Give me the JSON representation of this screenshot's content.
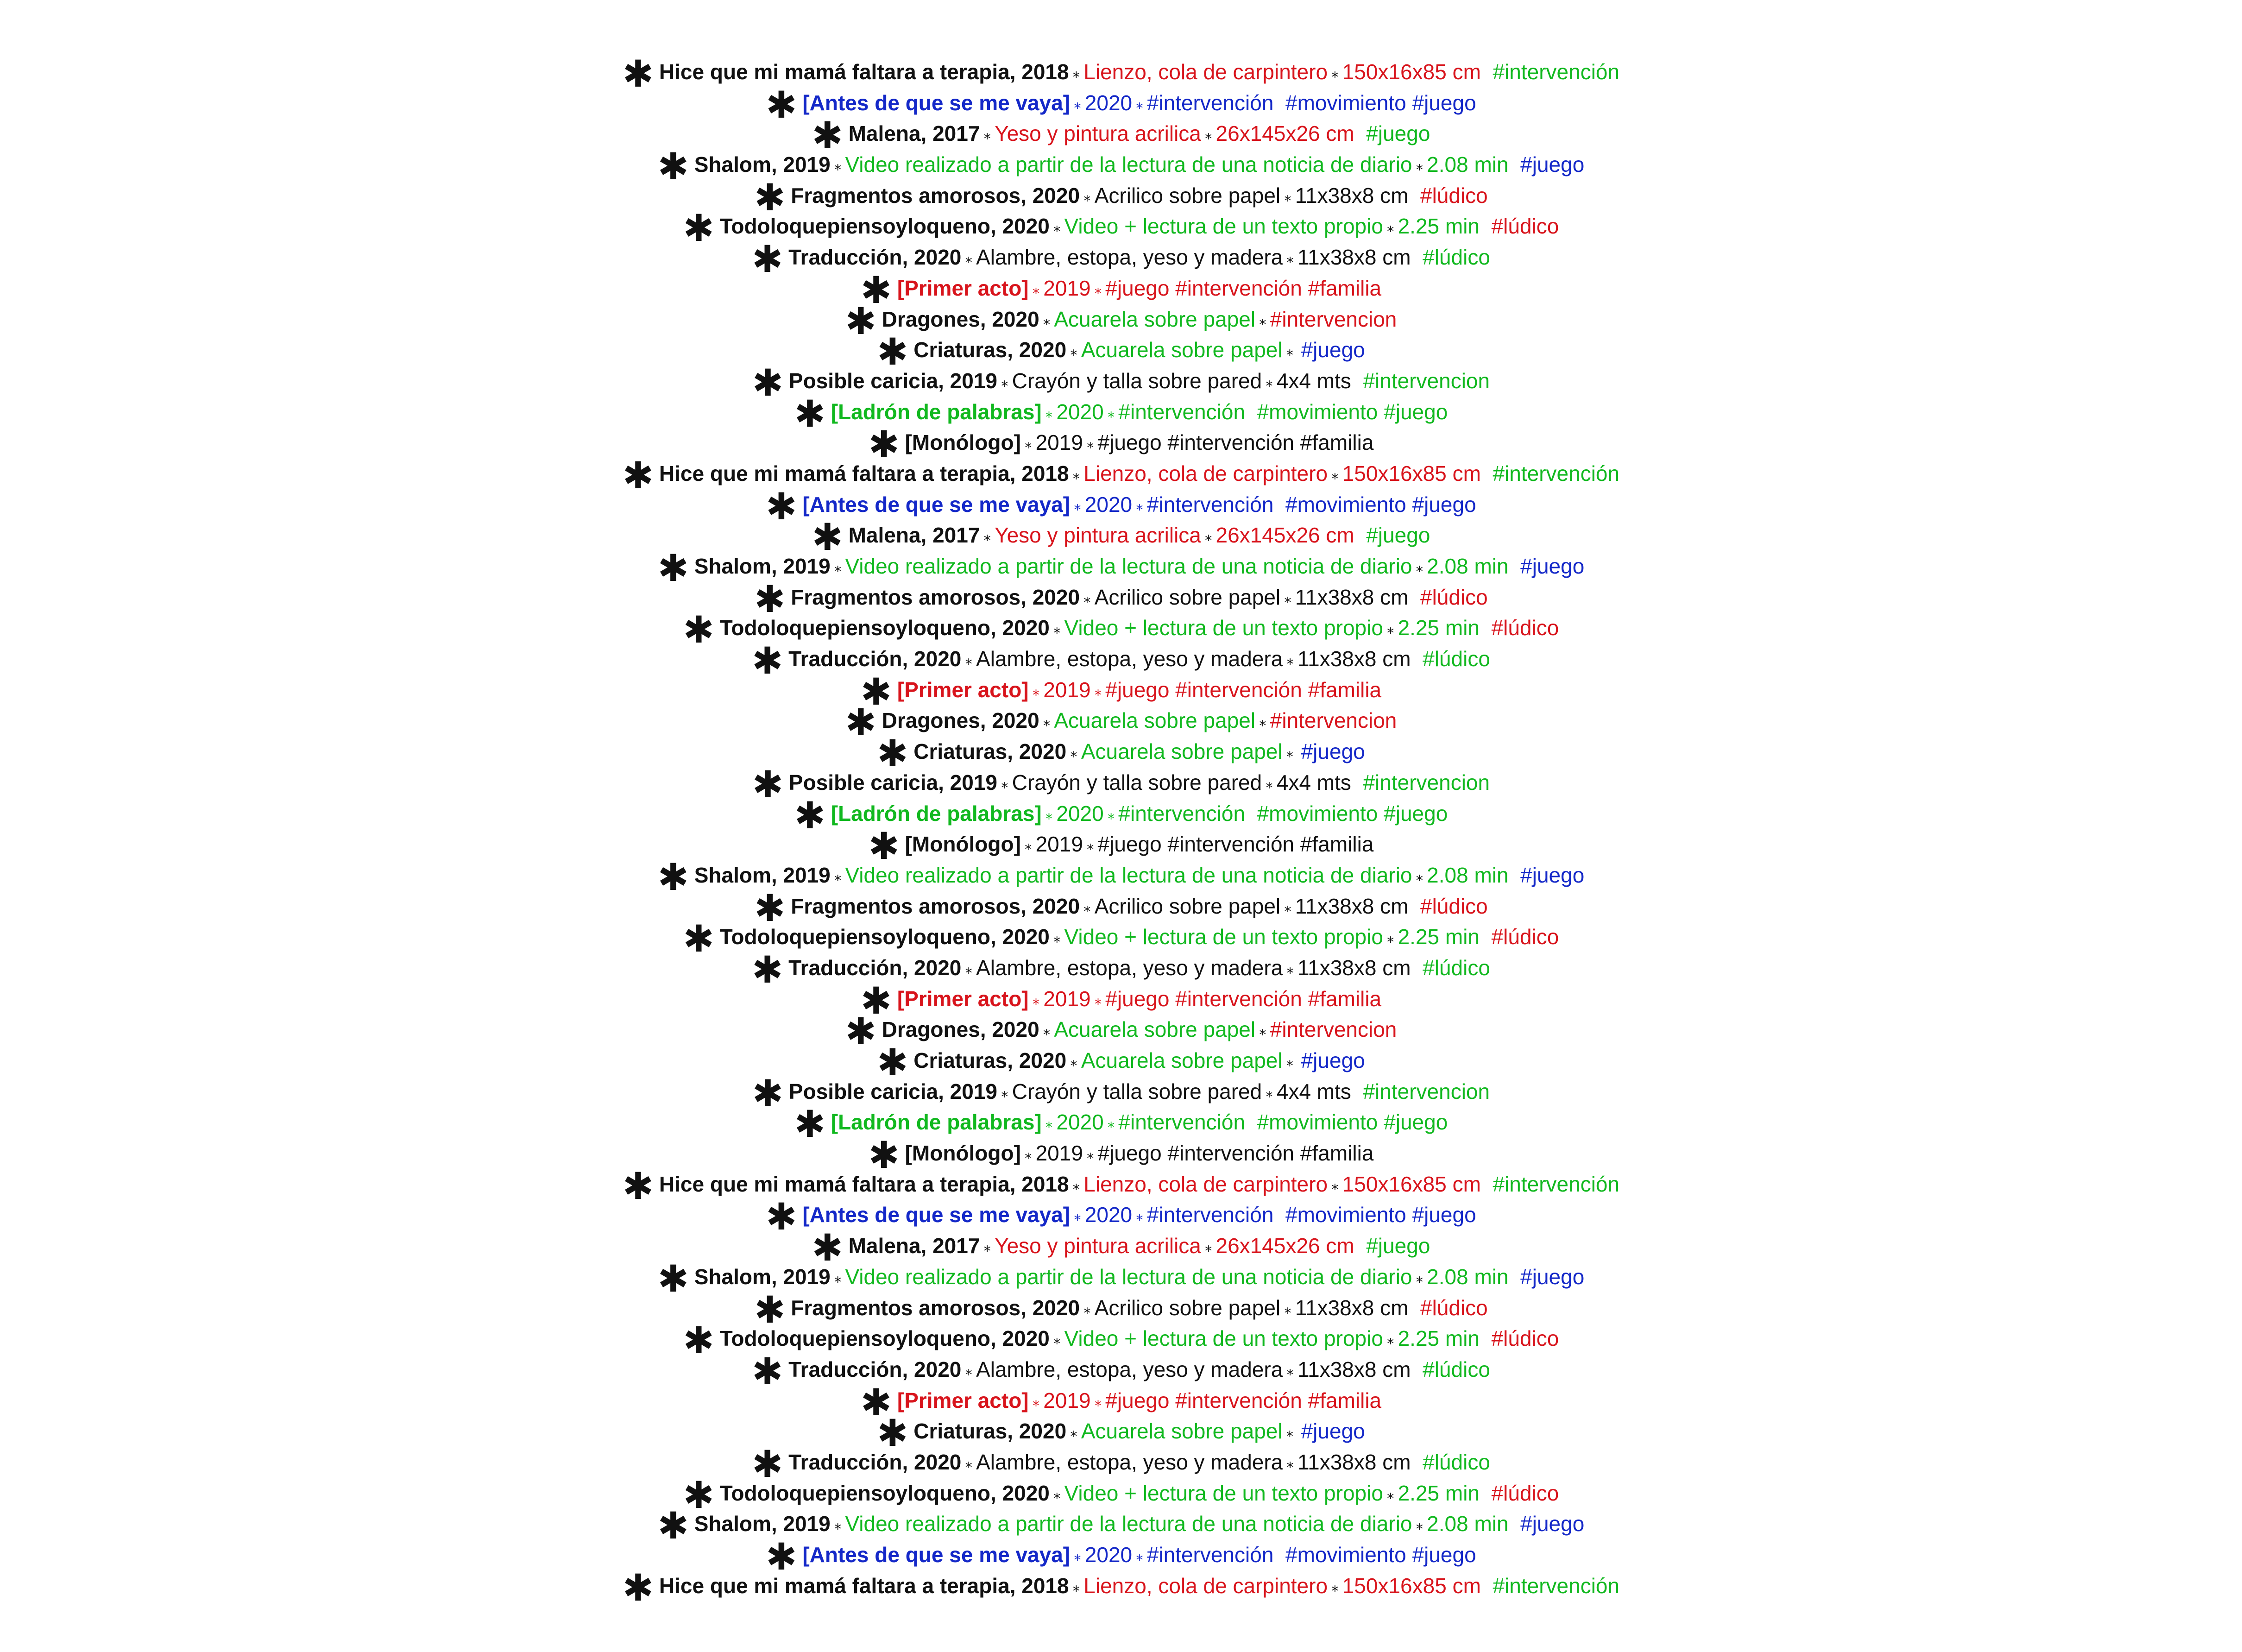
{
  "works": {
    "hice": [
      {
        "t": "Hice que mi mamá faltara a terapia, 2018",
        "c": "#111111",
        "b": true
      },
      {
        "t": " ⁎ ",
        "c": "#111111",
        "sep": true
      },
      {
        "t": "Lienzo, cola de carpintero",
        "c": "#d8141c"
      },
      {
        "t": " ⁎ ",
        "c": "#111111",
        "sep": true
      },
      {
        "t": "150x16x85 cm  ",
        "c": "#d8141c"
      },
      {
        "t": "#intervención",
        "c": "#11b81f"
      }
    ],
    "antes": [
      {
        "t": "[Antes de que se me vaya]",
        "c": "#1428c8",
        "b": true
      },
      {
        "t": " ⁎ ",
        "c": "#1428c8",
        "sep": true
      },
      {
        "t": "2020",
        "c": "#1428c8"
      },
      {
        "t": " ⁎ ",
        "c": "#1428c8",
        "sep": true
      },
      {
        "t": "#intervención  #movimiento #juego",
        "c": "#1428c8"
      }
    ],
    "malena": [
      {
        "t": "Malena, 2017",
        "c": "#111111",
        "b": true
      },
      {
        "t": " ⁎ ",
        "c": "#111111",
        "sep": true
      },
      {
        "t": "Yeso y pintura acrilica",
        "c": "#d8141c"
      },
      {
        "t": " ⁎ ",
        "c": "#111111",
        "sep": true
      },
      {
        "t": "26x145x26 cm  ",
        "c": "#d8141c"
      },
      {
        "t": "#juego",
        "c": "#11b81f"
      }
    ],
    "shalom": [
      {
        "t": "Shalom, 2019",
        "c": "#111111",
        "b": true
      },
      {
        "t": " ⁎ ",
        "c": "#111111",
        "sep": true
      },
      {
        "t": "Video realizado a partir de la lectura de una noticia de diario",
        "c": "#11b81f"
      },
      {
        "t": " ⁎ ",
        "c": "#111111",
        "sep": true
      },
      {
        "t": "2.08 min  ",
        "c": "#11b81f"
      },
      {
        "t": "#juego",
        "c": "#1428c8"
      }
    ],
    "fragmentos": [
      {
        "t": "Fragmentos amorosos, 2020",
        "c": "#111111",
        "b": true
      },
      {
        "t": " ⁎ ",
        "c": "#111111",
        "sep": true
      },
      {
        "t": "Acrilico sobre papel",
        "c": "#111111"
      },
      {
        "t": " ⁎ ",
        "c": "#111111",
        "sep": true
      },
      {
        "t": "11x38x8 cm  ",
        "c": "#111111"
      },
      {
        "t": "#lúdico",
        "c": "#d8141c"
      }
    ],
    "todo": [
      {
        "t": "Todoloquepiensoyloqueno, 2020",
        "c": "#111111",
        "b": true
      },
      {
        "t": " ⁎ ",
        "c": "#111111",
        "sep": true
      },
      {
        "t": "Video + lectura de un texto propio",
        "c": "#11b81f"
      },
      {
        "t": " ⁎ ",
        "c": "#111111",
        "sep": true
      },
      {
        "t": "2.25 min  ",
        "c": "#11b81f"
      },
      {
        "t": "#lúdico",
        "c": "#d8141c"
      }
    ],
    "traduccion": [
      {
        "t": "Traducción, 2020",
        "c": "#111111",
        "b": true
      },
      {
        "t": " ⁎ ",
        "c": "#111111",
        "sep": true
      },
      {
        "t": "Alambre, estopa, yeso y madera",
        "c": "#111111"
      },
      {
        "t": " ⁎ ",
        "c": "#111111",
        "sep": true
      },
      {
        "t": "11x38x8 cm  ",
        "c": "#111111"
      },
      {
        "t": "#lúdico",
        "c": "#11b81f"
      }
    ],
    "primer": [
      {
        "t": "[Primer acto]",
        "c": "#d8141c",
        "b": true
      },
      {
        "t": " ⁎ ",
        "c": "#d8141c",
        "sep": true
      },
      {
        "t": "2019",
        "c": "#d8141c"
      },
      {
        "t": " ⁎ ",
        "c": "#d8141c",
        "sep": true
      },
      {
        "t": "#juego #intervención #familia",
        "c": "#d8141c"
      }
    ],
    "dragones": [
      {
        "t": "Dragones, 2020",
        "c": "#111111",
        "b": true
      },
      {
        "t": " ⁎ ",
        "c": "#111111",
        "sep": true
      },
      {
        "t": "Acuarela sobre papel",
        "c": "#11b81f"
      },
      {
        "t": " ⁎ ",
        "c": "#111111",
        "sep": true
      },
      {
        "t": "#intervencion",
        "c": "#d8141c"
      }
    ],
    "criaturas": [
      {
        "t": "Criaturas, 2020",
        "c": "#111111",
        "b": true
      },
      {
        "t": " ⁎ ",
        "c": "#111111",
        "sep": true
      },
      {
        "t": "Acuarela sobre papel",
        "c": "#11b81f"
      },
      {
        "t": " ⁎  ",
        "c": "#111111",
        "sep": true
      },
      {
        "t": "#juego",
        "c": "#1428c8"
      }
    ],
    "posible": [
      {
        "t": "Posible caricia, 2019",
        "c": "#111111",
        "b": true
      },
      {
        "t": " ⁎ ",
        "c": "#111111",
        "sep": true
      },
      {
        "t": "Crayón y talla sobre pared",
        "c": "#111111"
      },
      {
        "t": " ⁎ ",
        "c": "#111111",
        "sep": true
      },
      {
        "t": "4x4 mts  ",
        "c": "#111111"
      },
      {
        "t": "#intervencion",
        "c": "#11b81f"
      }
    ],
    "ladron": [
      {
        "t": "[Ladrón de palabras]",
        "c": "#11b81f",
        "b": true
      },
      {
        "t": " ⁎ ",
        "c": "#11b81f",
        "sep": true
      },
      {
        "t": "2020",
        "c": "#11b81f"
      },
      {
        "t": " ⁎ ",
        "c": "#11b81f",
        "sep": true
      },
      {
        "t": "#intervención  #movimiento #juego",
        "c": "#11b81f"
      }
    ],
    "monologo": [
      {
        "t": "[Monólogo]",
        "c": "#111111",
        "b": true
      },
      {
        "t": " ⁎ ",
        "c": "#111111",
        "sep": true
      },
      {
        "t": "2019",
        "c": "#111111"
      },
      {
        "t": " ⁎ ",
        "c": "#111111",
        "sep": true
      },
      {
        "t": "#juego #intervención #familia",
        "c": "#111111"
      }
    ]
  },
  "bullet": "✱",
  "sequence": [
    "hice",
    "antes",
    "malena",
    "shalom",
    "fragmentos",
    "todo",
    "traduccion",
    "primer",
    "dragones",
    "criaturas",
    "posible",
    "ladron",
    "monologo",
    "hice",
    "antes",
    "malena",
    "shalom",
    "fragmentos",
    "todo",
    "traduccion",
    "primer",
    "dragones",
    "criaturas",
    "posible",
    "ladron",
    "monologo",
    "shalom",
    "fragmentos",
    "todo",
    "traduccion",
    "primer",
    "dragones",
    "criaturas",
    "posible",
    "ladron",
    "monologo",
    "hice",
    "antes",
    "malena",
    "shalom",
    "fragmentos",
    "todo",
    "traduccion",
    "primer",
    "criaturas",
    "traduccion",
    "todo",
    "shalom",
    "antes",
    "hice"
  ]
}
